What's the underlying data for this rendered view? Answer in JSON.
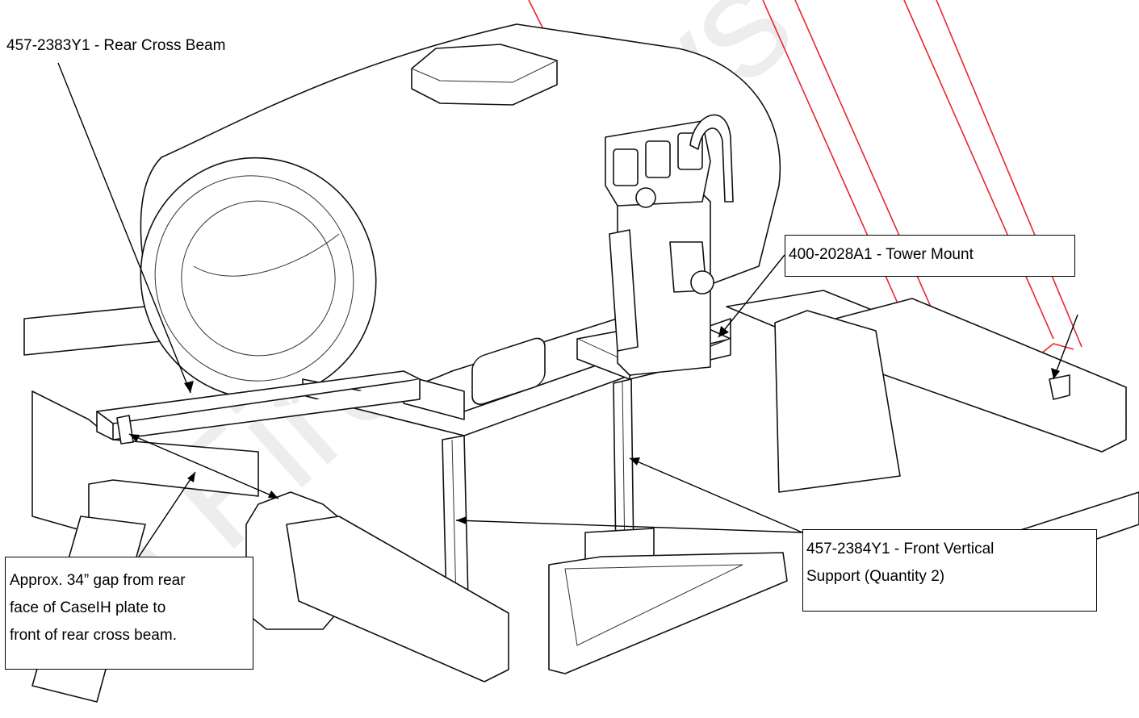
{
  "callouts": {
    "rear_cross_beam": "457-2383Y1  - Rear Cross Beam",
    "tower_mount": "400-2028A1  - Tower Mount",
    "front_vertical_support": [
      "457-2384Y1  - Front Vertical",
      "Support (Quantity 2)"
    ],
    "gap_note": [
      "Approx. 34” gap from rear",
      "face of CaseIH plate to",
      "front of rear cross beam."
    ]
  },
  "watermark": "ce Fire Ac Sys",
  "colors": {
    "lines": "#111111",
    "trailer_outline": "#e8262d",
    "watermark": "#d9d9d9"
  }
}
